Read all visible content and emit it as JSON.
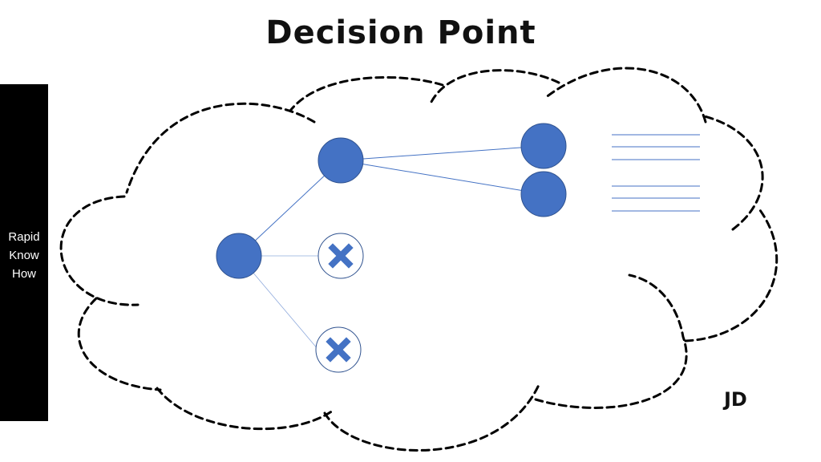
{
  "title": "Decision Point",
  "brand": {
    "line1": "Rapid",
    "line2": "Know",
    "line3": "How"
  },
  "signature": "JD",
  "colors": {
    "node_fill": "#4472c4",
    "node_stroke": "#2f528f",
    "edge": "#4472c4",
    "rejected_ring": "#2f528f",
    "cloud_outline": "#000000",
    "side_bar": "#000000"
  },
  "icons": {
    "rejected_marker": "close-x-icon"
  }
}
